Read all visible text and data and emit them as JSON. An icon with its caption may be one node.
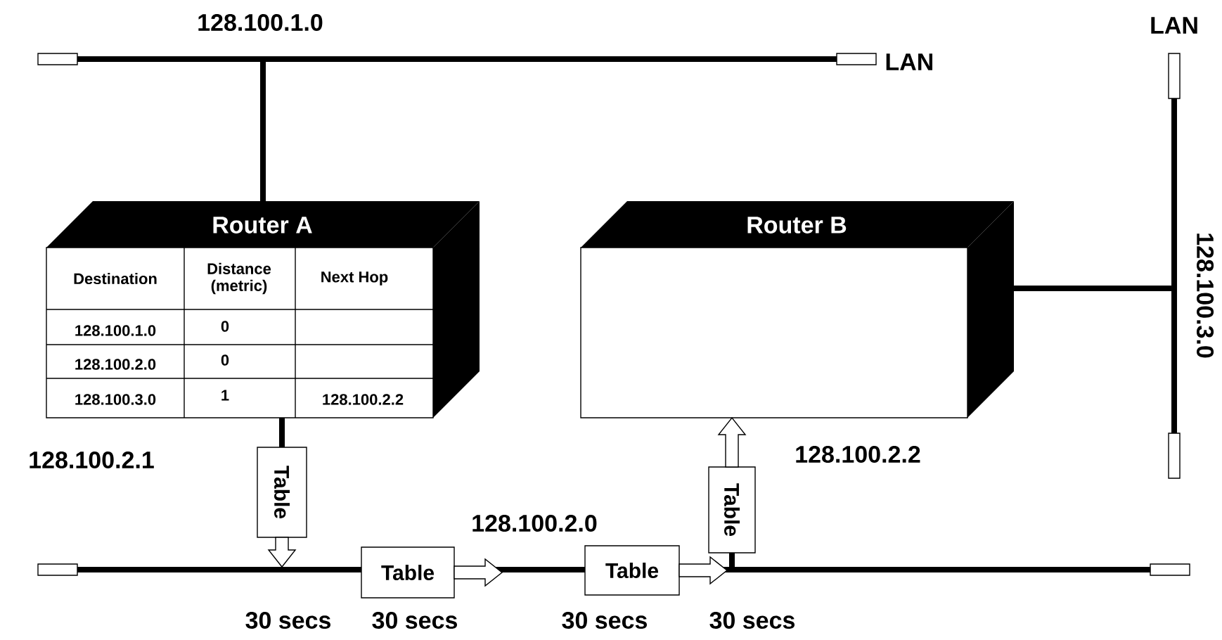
{
  "diagram": {
    "nodes": [
      {
        "text": [
          "Router A"
        ]
      },
      {
        "text": [
          "Router B"
        ]
      },
      {
        "text": [],
        "shape": "bar",
        "beside": [
          "128.100.1.0",
          "LAN"
        ]
      },
      {
        "text": [],
        "shape": "bar"
      },
      {
        "text": [],
        "shape": "bar",
        "beside": [
          "LAN",
          "128.100.3.0"
        ]
      },
      {
        "text": [
          "Table"
        ]
      },
      {
        "text": [
          "Table"
        ]
      },
      {
        "text": [
          "Table"
        ]
      },
      {
        "text": [
          "Table"
        ]
      }
    ],
    "edges": [
      {
        "from": 0,
        "to": 2,
        "arrow": "none"
      },
      {
        "from": 0,
        "to": 5,
        "arrow": "none"
      },
      {
        "from": 5,
        "to": 3,
        "arrow": "to"
      },
      {
        "from": 6,
        "to": null,
        "arrow": "to"
      },
      {
        "from": 7,
        "to": null,
        "arrow": "to"
      },
      {
        "from": 3,
        "to": 8,
        "arrow": "none"
      },
      {
        "from": 8,
        "to": 1,
        "arrow": "to"
      },
      {
        "from": 1,
        "to": 4,
        "arrow": "none"
      }
    ],
    "labels": [
      "Destination",
      "Distance (metric)",
      "Next Hop",
      "128.100.1.0",
      "0",
      "128.100.2.0",
      "0",
      "128.100.3.0",
      "1",
      "128.100.2.2",
      "128.100.2.1",
      "128.100.2.2",
      "128.100.2.0",
      "30 secs",
      "30 secs",
      "30 secs",
      "30 secs"
    ]
  }
}
